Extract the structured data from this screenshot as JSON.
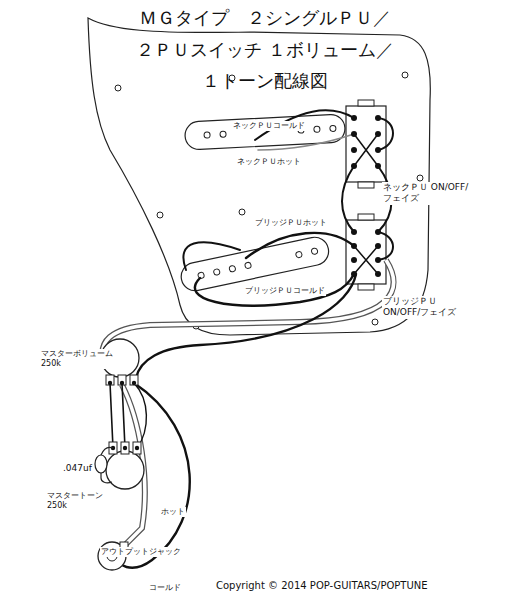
{
  "diagram": {
    "title": "ＭＧタイプ　２シングルＰＵ／２ＰＵスイッチ １ボリューム／１トーン配線図",
    "labels": [
      "ネックＰＵコールド",
      "ネックＰＵホット",
      "ネックＰＵ ON/OFF/フェイズ",
      "ブリッジＰＵホット",
      "ブリッジＰＵコールド",
      "ブリッジＰＵ ON/OFF/フェイズ",
      "マスターボリューム 250k",
      ".047uf",
      "マスタートーン 250k",
      "ホット",
      "アウトプットジャック",
      "コールド",
      "Copyright © 2014 POP-GUITARS/POPTUNE"
    ]
  }
}
